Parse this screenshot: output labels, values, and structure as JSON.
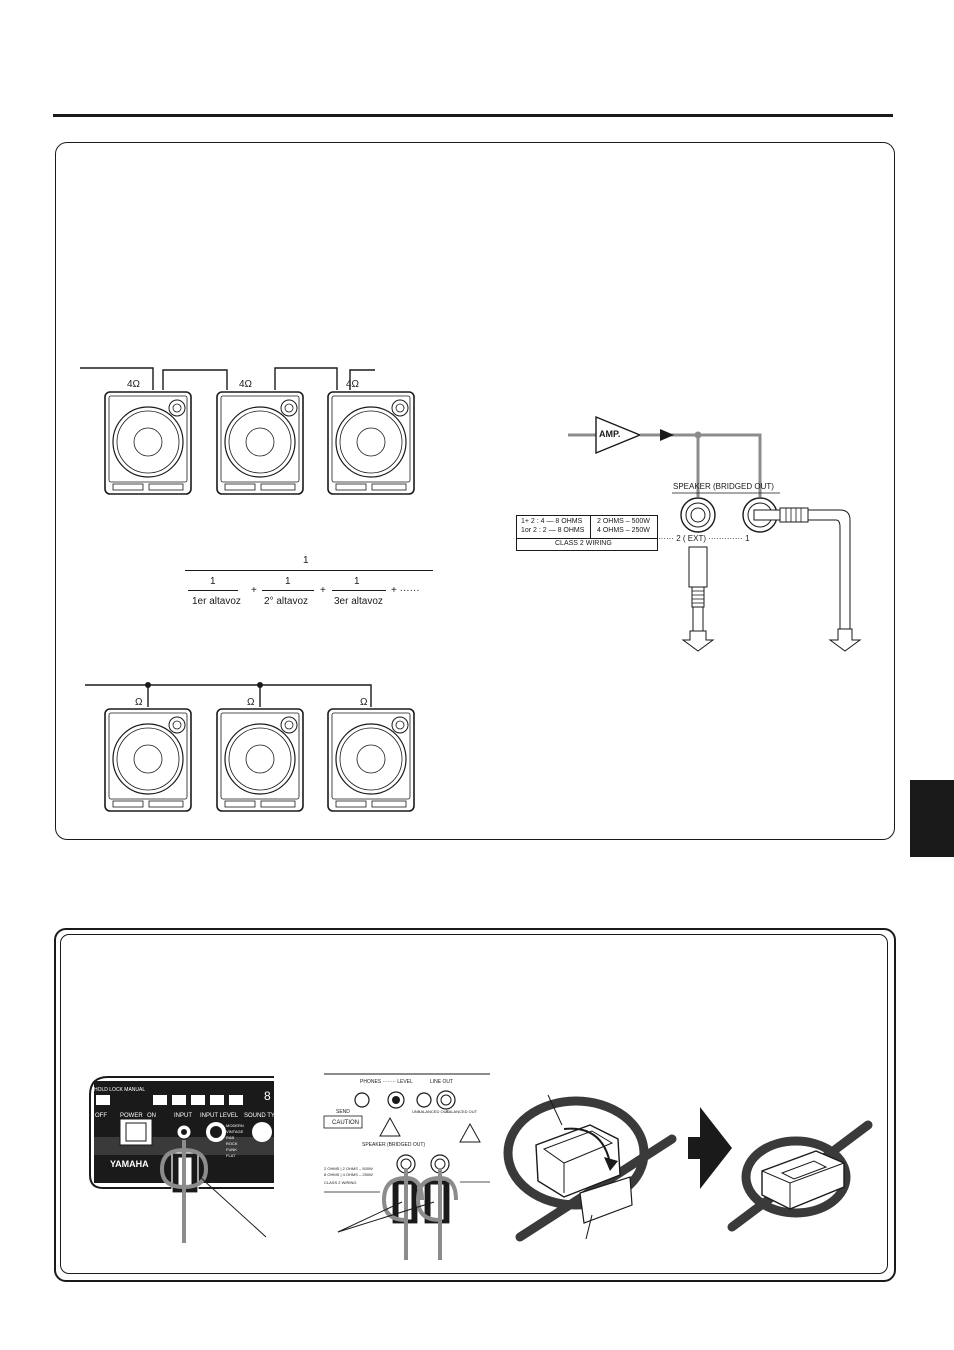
{
  "series_wiring": {
    "speakers": [
      {
        "impedance_label": "4Ω"
      },
      {
        "impedance_label": "4Ω"
      },
      {
        "impedance_label": "4Ω"
      }
    ]
  },
  "formula": {
    "numerator": "1",
    "terms": [
      {
        "top": "1",
        "bottom": "1er altavoz"
      },
      {
        "top": "1",
        "bottom": "2° altavoz"
      },
      {
        "top": "1",
        "bottom": "3er altavoz"
      }
    ],
    "plus": "+",
    "ellipsis": "+ ······"
  },
  "parallel_wiring": {
    "speakers": [
      {
        "impedance_label": "Ω"
      },
      {
        "impedance_label": "Ω"
      },
      {
        "impedance_label": "Ω"
      }
    ]
  },
  "amp_diagram": {
    "amp_label": "AMP.",
    "speaker_output_label": "SPEAKER  (BRIDGED  OUT)",
    "spec_line_1_left": "1+ 2 : 4 — 8 OHMS",
    "spec_line_1_right": "2 OHMS – 500W",
    "spec_line_2_left": "1or 2 : 2 — 8 OHMS",
    "spec_line_2_right": "4 OHMS – 250W",
    "spec_footer": "CLASS  2  WIRING",
    "jack_2_label": "······ 2 ( EXT) ············· 1"
  },
  "front_panel": {
    "buttons_label": "HOLD LOCK MANUAL",
    "off_label": "OFF",
    "power_label": "POWER",
    "on_label": "ON",
    "input_label": "INPUT",
    "input_level_label": "INPUT  LEVEL",
    "sound_type_label": "SOUND TYP",
    "brand": "YAMAHA",
    "display_digit": "8",
    "mode_labels": [
      "MODERN",
      "VINTAGE",
      "R&B",
      "ROCK",
      "FUNK",
      "FLAT"
    ]
  },
  "rear_panel": {
    "phones_label": "PHONES ········ LEVEL",
    "line_out_label": "LINE OUT",
    "send_label": "SEND",
    "unbalanced_label": "UNBALANCED OUT",
    "balanced_label": "BALANCED OUT",
    "caution_label": "CAUTION",
    "speaker_label": "SPEAKER  (BRIDGED  OUT)",
    "spec_line_1": "2 OHMS | 2 OHMS – 500W",
    "spec_line_2": "8 OHMS | 4 OHMS – 250W",
    "spec_footer": "CLASS 2 WIRING"
  },
  "colors": {
    "ink": "#1a1a1a",
    "cable_gray": "#8c8c8c",
    "panel_bg": "#ffffff"
  }
}
